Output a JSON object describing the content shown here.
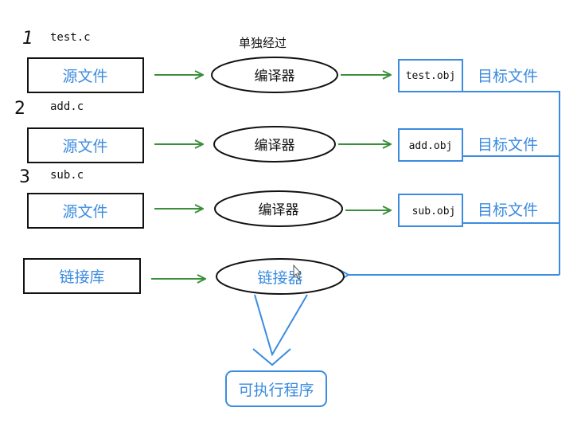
{
  "header": {
    "note": "单独经过"
  },
  "rows": [
    {
      "number": "1",
      "filename": "test.c",
      "source_label": "源文件",
      "compiler_label": "编译器",
      "obj_label": "test.obj",
      "target_label": "目标文件"
    },
    {
      "number": "2",
      "filename": "add.c",
      "source_label": "源文件",
      "compiler_label": "编译器",
      "obj_label": "add.obj",
      "target_label": "目标文件"
    },
    {
      "number": "3",
      "filename": "sub.c",
      "source_label": "源文件",
      "compiler_label": "编译器",
      "obj_label": "sub.obj",
      "target_label": "目标文件"
    }
  ],
  "link_row": {
    "library_label": "链接库",
    "linker_label": "链接器"
  },
  "output": {
    "executable_label": "可执行程序"
  },
  "colors": {
    "blue": "#3b8be0",
    "green": "#3a8f3a",
    "black": "#111111"
  }
}
